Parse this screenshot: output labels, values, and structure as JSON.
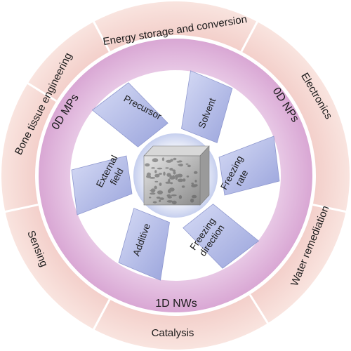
{
  "applications": {
    "energy": "Energy storage and conversion",
    "electronics": "Electronics",
    "water": "Water remediation",
    "catalysis": "Catalysis",
    "sensing": "Sensing",
    "bone": "Bone tissue engineering"
  },
  "nanomaterials": {
    "np": "0D NPs",
    "nw": "1D NWs",
    "mp": "0D MPs"
  },
  "factors": {
    "solvent": "Solvent",
    "freezing_rate_1": "Freezing",
    "freezing_rate_2": "rate",
    "freezing_direction_1": "Freezing",
    "freezing_direction_2": "direction",
    "additive": "Additive",
    "external_field_1": "External",
    "external_field_2": "field",
    "precursor": "Precursor"
  },
  "colors": {
    "outer_ring": "#f6d8d3",
    "middle_ring": "#dcb3d8",
    "blade": "#b6bce6",
    "center_glow": "#c9d2ef",
    "divider": "#ffffff"
  },
  "icons": {
    "center": "porous-scaffold-cube-icon"
  }
}
